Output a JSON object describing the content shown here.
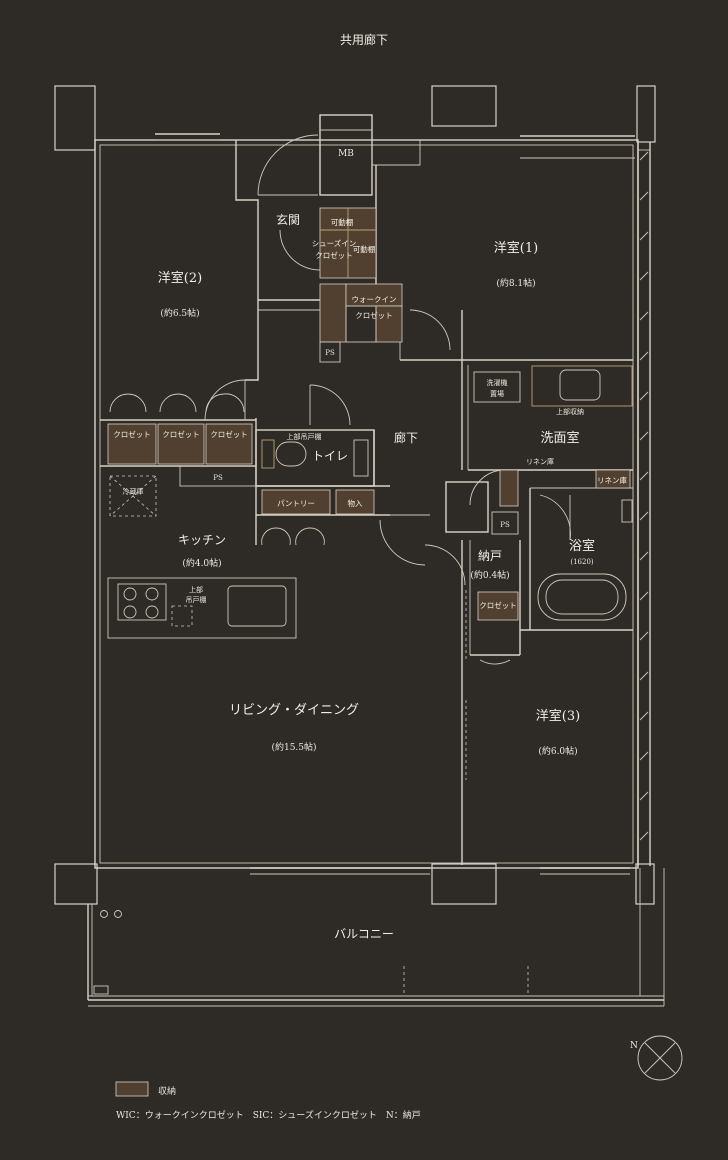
{
  "corridor": "共用廊下",
  "balcony": "バルコニー",
  "rooms": {
    "western1": {
      "name": "洋室(1)",
      "size": "(約8.1帖)"
    },
    "western2": {
      "name": "洋室(2)",
      "size": "(約6.5帖)"
    },
    "western3": {
      "name": "洋室(3)",
      "size": "(約6.0帖)"
    },
    "kitchen": {
      "name": "キッチン",
      "size": "(約4.0帖)"
    },
    "living": {
      "name": "リビング・ダイニング",
      "size": "(約15.5帖)"
    },
    "nando": {
      "name": "納戸",
      "size": "(約0.4帖)"
    },
    "bath": {
      "name": "浴室",
      "size": "(1620)"
    },
    "entrance": "玄関",
    "hallway": "廊下",
    "washroom": "洗面室",
    "toilet": "トイレ"
  },
  "labels": {
    "mb": "MB",
    "ps": "PS",
    "kadou": "可動棚",
    "sic_line1": "シューズイン",
    "sic_line2": "クロゼット",
    "wic_line1": "ウォークイン",
    "wic_line2": "クロゼット",
    "closet": "クロゼット",
    "pantry": "パントリー",
    "monoire": "物入",
    "linen": "リネン庫",
    "washer_line1": "洗濯機",
    "washer_line2": "置場",
    "fridge": "冷蔵庫",
    "upper_shelf": "上部吊戸棚",
    "upper_shelf_line1": "上部",
    "upper_shelf_line2": "吊戸棚",
    "upper_storage": "上部収納"
  },
  "legend": {
    "storage": "収納",
    "notes": "WIC：ウォークインクロゼット　SIC：シューズインクロゼット　N：納戸"
  },
  "colors": {
    "background": "#2e2a25",
    "storage": "#51402f",
    "line": "#d9d3c8",
    "accent": "#b9a27a"
  }
}
